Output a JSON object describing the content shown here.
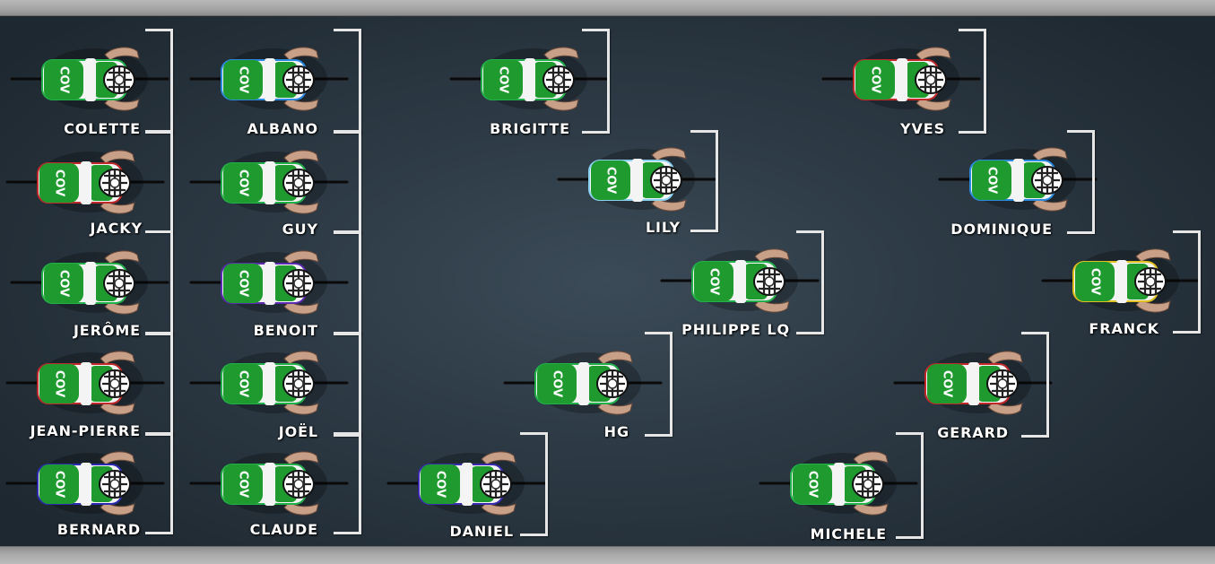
{
  "team_label": "COV",
  "colors": {
    "jersey_green": "#1f9a2e",
    "jersey_white": "#f4f4f4",
    "skin": "#c8a088",
    "bracket": "#e6e6e6",
    "road": "#2d3a45",
    "label": "#ffffff"
  },
  "icons": {
    "rider": "cyclist-top-view-icon",
    "helmet": "helmet-icon"
  },
  "riders": [
    {
      "name": "COLETTE",
      "trim": "#22b04a"
    },
    {
      "name": "JACKY",
      "trim": "#c0282a"
    },
    {
      "name": "JERÔME",
      "trim": "#22b04a"
    },
    {
      "name": "JEAN-PIERRE",
      "trim": "#c0282a"
    },
    {
      "name": "BERNARD",
      "trim": "#2a2ab0"
    },
    {
      "name": "ALBANO",
      "trim": "#2a8ae0"
    },
    {
      "name": "GUY",
      "trim": "#22b04a"
    },
    {
      "name": "BENOIT",
      "trim": "#5a2ab0"
    },
    {
      "name": "JOËL",
      "trim": "#22b04a"
    },
    {
      "name": "CLAUDE",
      "trim": "#22b04a"
    },
    {
      "name": "BRIGITTE",
      "trim": "#22b04a"
    },
    {
      "name": "LILY",
      "trim": "#8ad0f0"
    },
    {
      "name": "PHILIPPE LQ",
      "trim": "#22b04a"
    },
    {
      "name": "HG",
      "trim": "#22b04a"
    },
    {
      "name": "DANIEL",
      "trim": "#3a2ab0"
    },
    {
      "name": "YVES",
      "trim": "#c0282a"
    },
    {
      "name": "DOMINIQUE",
      "trim": "#2a8ae0"
    },
    {
      "name": "FRANCK",
      "trim": "#e0c020"
    },
    {
      "name": "GERARD",
      "trim": "#c0282a"
    },
    {
      "name": "MICHELE",
      "trim": "#22b04a"
    }
  ]
}
